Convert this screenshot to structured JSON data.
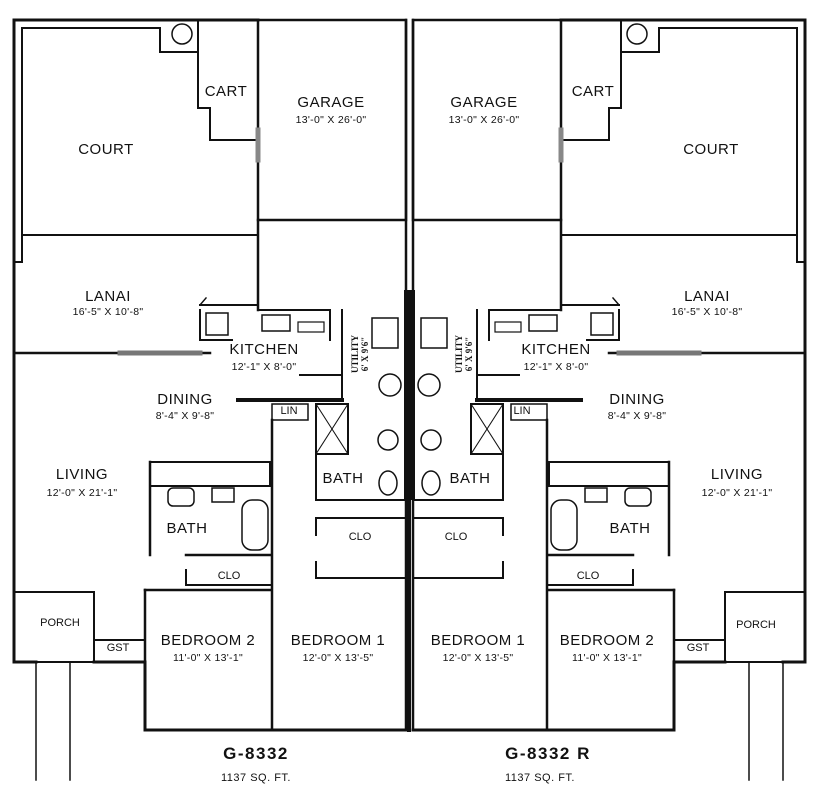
{
  "units": [
    {
      "plan_code": "G-8332",
      "square_feet": "1137 SQ. FT.",
      "rooms": {
        "court": "COURT",
        "cart": "CART",
        "garage": {
          "name": "GARAGE",
          "dims": "13'-0\" X 26'-0\""
        },
        "lanai": {
          "name": "LANAI",
          "dims": "16'-5\" X 10'-8\""
        },
        "kitchen": {
          "name": "KITCHEN",
          "dims": "12'-1\" X 8'-0\""
        },
        "utility": {
          "name": "UTILITY",
          "dims": "6' X 9'6\""
        },
        "dining": {
          "name": "DINING",
          "dims": "8'-4\" X 9'-8\""
        },
        "linen": "LIN",
        "living": {
          "name": "LIVING",
          "dims": "12'-0\" X 21'-1\""
        },
        "bath_hall": "BATH",
        "bath_bedroom": "BATH",
        "closet_hall": "CLO",
        "closet_bedroom": "CLO",
        "porch": "PORCH",
        "guest_closet": "GST",
        "bedroom1": {
          "name": "BEDROOM 1",
          "dims": "12'-0\" X 13'-5\""
        },
        "bedroom2": {
          "name": "BEDROOM 2",
          "dims": "11'-0\" X 13'-1\""
        }
      }
    },
    {
      "plan_code": "G-8332 R",
      "square_feet": "1137 SQ. FT.",
      "rooms": {
        "court": "COURT",
        "cart": "CART",
        "garage": {
          "name": "GARAGE",
          "dims": "13'-0\" X 26'-0\""
        },
        "lanai": {
          "name": "LANAI",
          "dims": "16'-5\" X 10'-8\""
        },
        "kitchen": {
          "name": "KITCHEN",
          "dims": "12'-1\" X 8'-0\""
        },
        "utility": {
          "name": "UTILITY",
          "dims": "6' X 9'6\""
        },
        "dining": {
          "name": "DINING",
          "dims": "8'-4\" X 9'-8\""
        },
        "linen": "LIN",
        "living": {
          "name": "LIVING",
          "dims": "12'-0\" X 21'-1\""
        },
        "bath_hall": "BATH",
        "bath_bedroom": "BATH",
        "closet_hall": "CLO",
        "closet_bedroom": "CLO",
        "porch": "PORCH",
        "guest_closet": "GST",
        "bedroom1": {
          "name": "BEDROOM 1",
          "dims": "12'-0\" X 13'-5\""
        },
        "bedroom2": {
          "name": "BEDROOM 2",
          "dims": "11'-0\" X 13'-1\""
        }
      }
    }
  ],
  "colors": {
    "ink": "#111111",
    "paper": "#ffffff"
  }
}
